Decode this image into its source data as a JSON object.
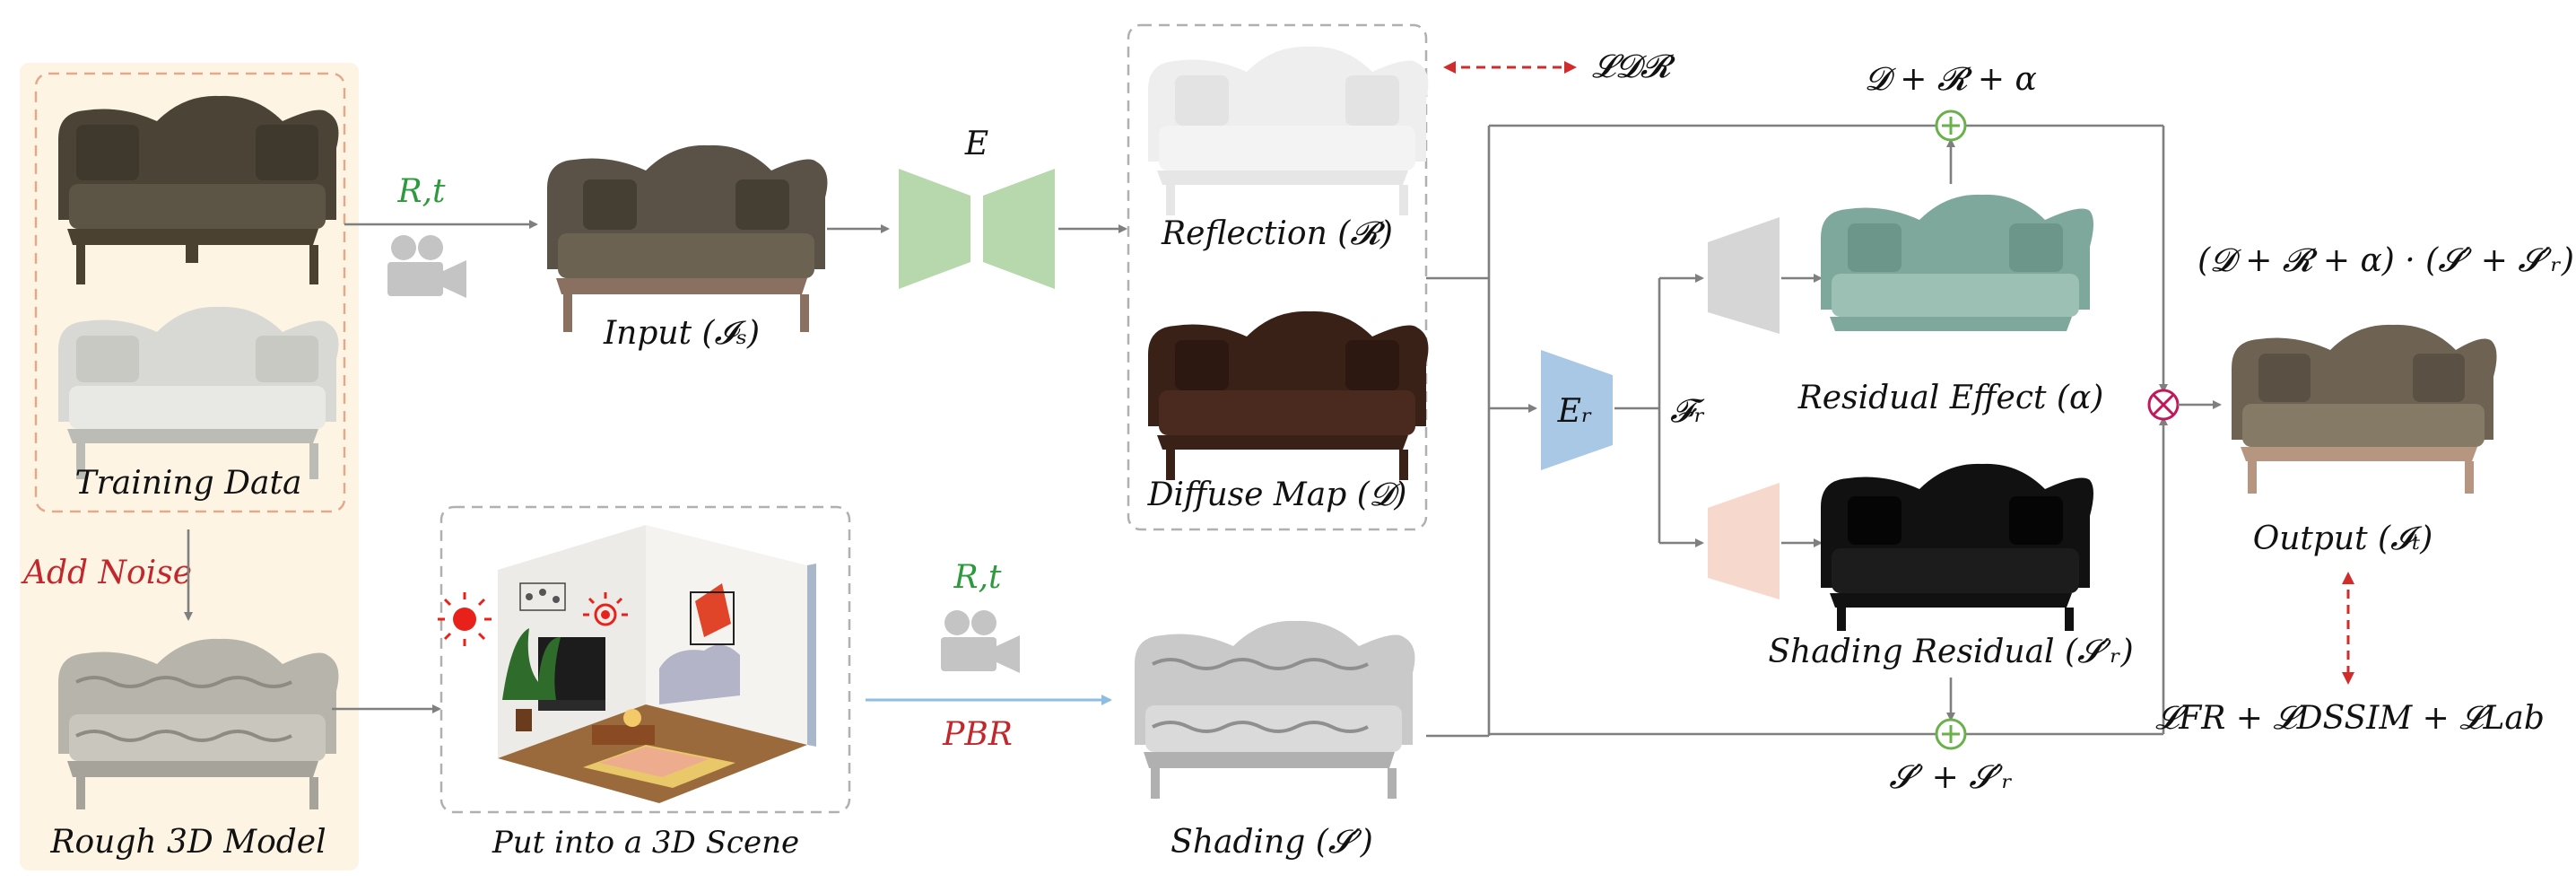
{
  "labels": {
    "training_data": "Training Data",
    "add_noise": "Add Noise",
    "rough_model": "Rough 3D Model",
    "rt_top": "R,t",
    "input": "Input (𝓘ₛ)",
    "encoder": "E",
    "reflection": "Reflection (𝓡)",
    "diffuse_map": "Diffuse Map (𝓓)",
    "loss_dr": "𝓛𝓓𝓡",
    "put_into_scene": "Put into a 3D Scene",
    "rt_bottom": "R,t",
    "pbr": "PBR",
    "shading": "Shading (𝓢′)",
    "er": "Eᵣ",
    "fr": "𝓕ᵣ",
    "sum_top": "𝓓 + 𝓡 + α",
    "residual_effect": "Residual Effect (α)",
    "shading_residual": "Shading Residual (𝓢′ᵣ)",
    "sum_bottom": "𝓢′ + 𝓢′ᵣ",
    "product_formula": "(𝓓 + 𝓡 + α) · (𝓢′ + 𝓢′ᵣ)",
    "output": "Output (𝓘ₜ)",
    "loss_total": "𝓛FR + 𝓛DSSIM + 𝓛Lab"
  },
  "colors": {
    "panel_bg": "#fdf4e3",
    "encoder_green": "#b6d8ac",
    "er_blue": "#a9c8e6",
    "gray_decoder": "#d6d6d6",
    "peach_decoder": "#f6d9cc",
    "plus_green": "#6ab04c",
    "times_pink": "#c2185b",
    "pbr_arrow": "#8dbde0",
    "loss_red": "#d22b2b"
  }
}
